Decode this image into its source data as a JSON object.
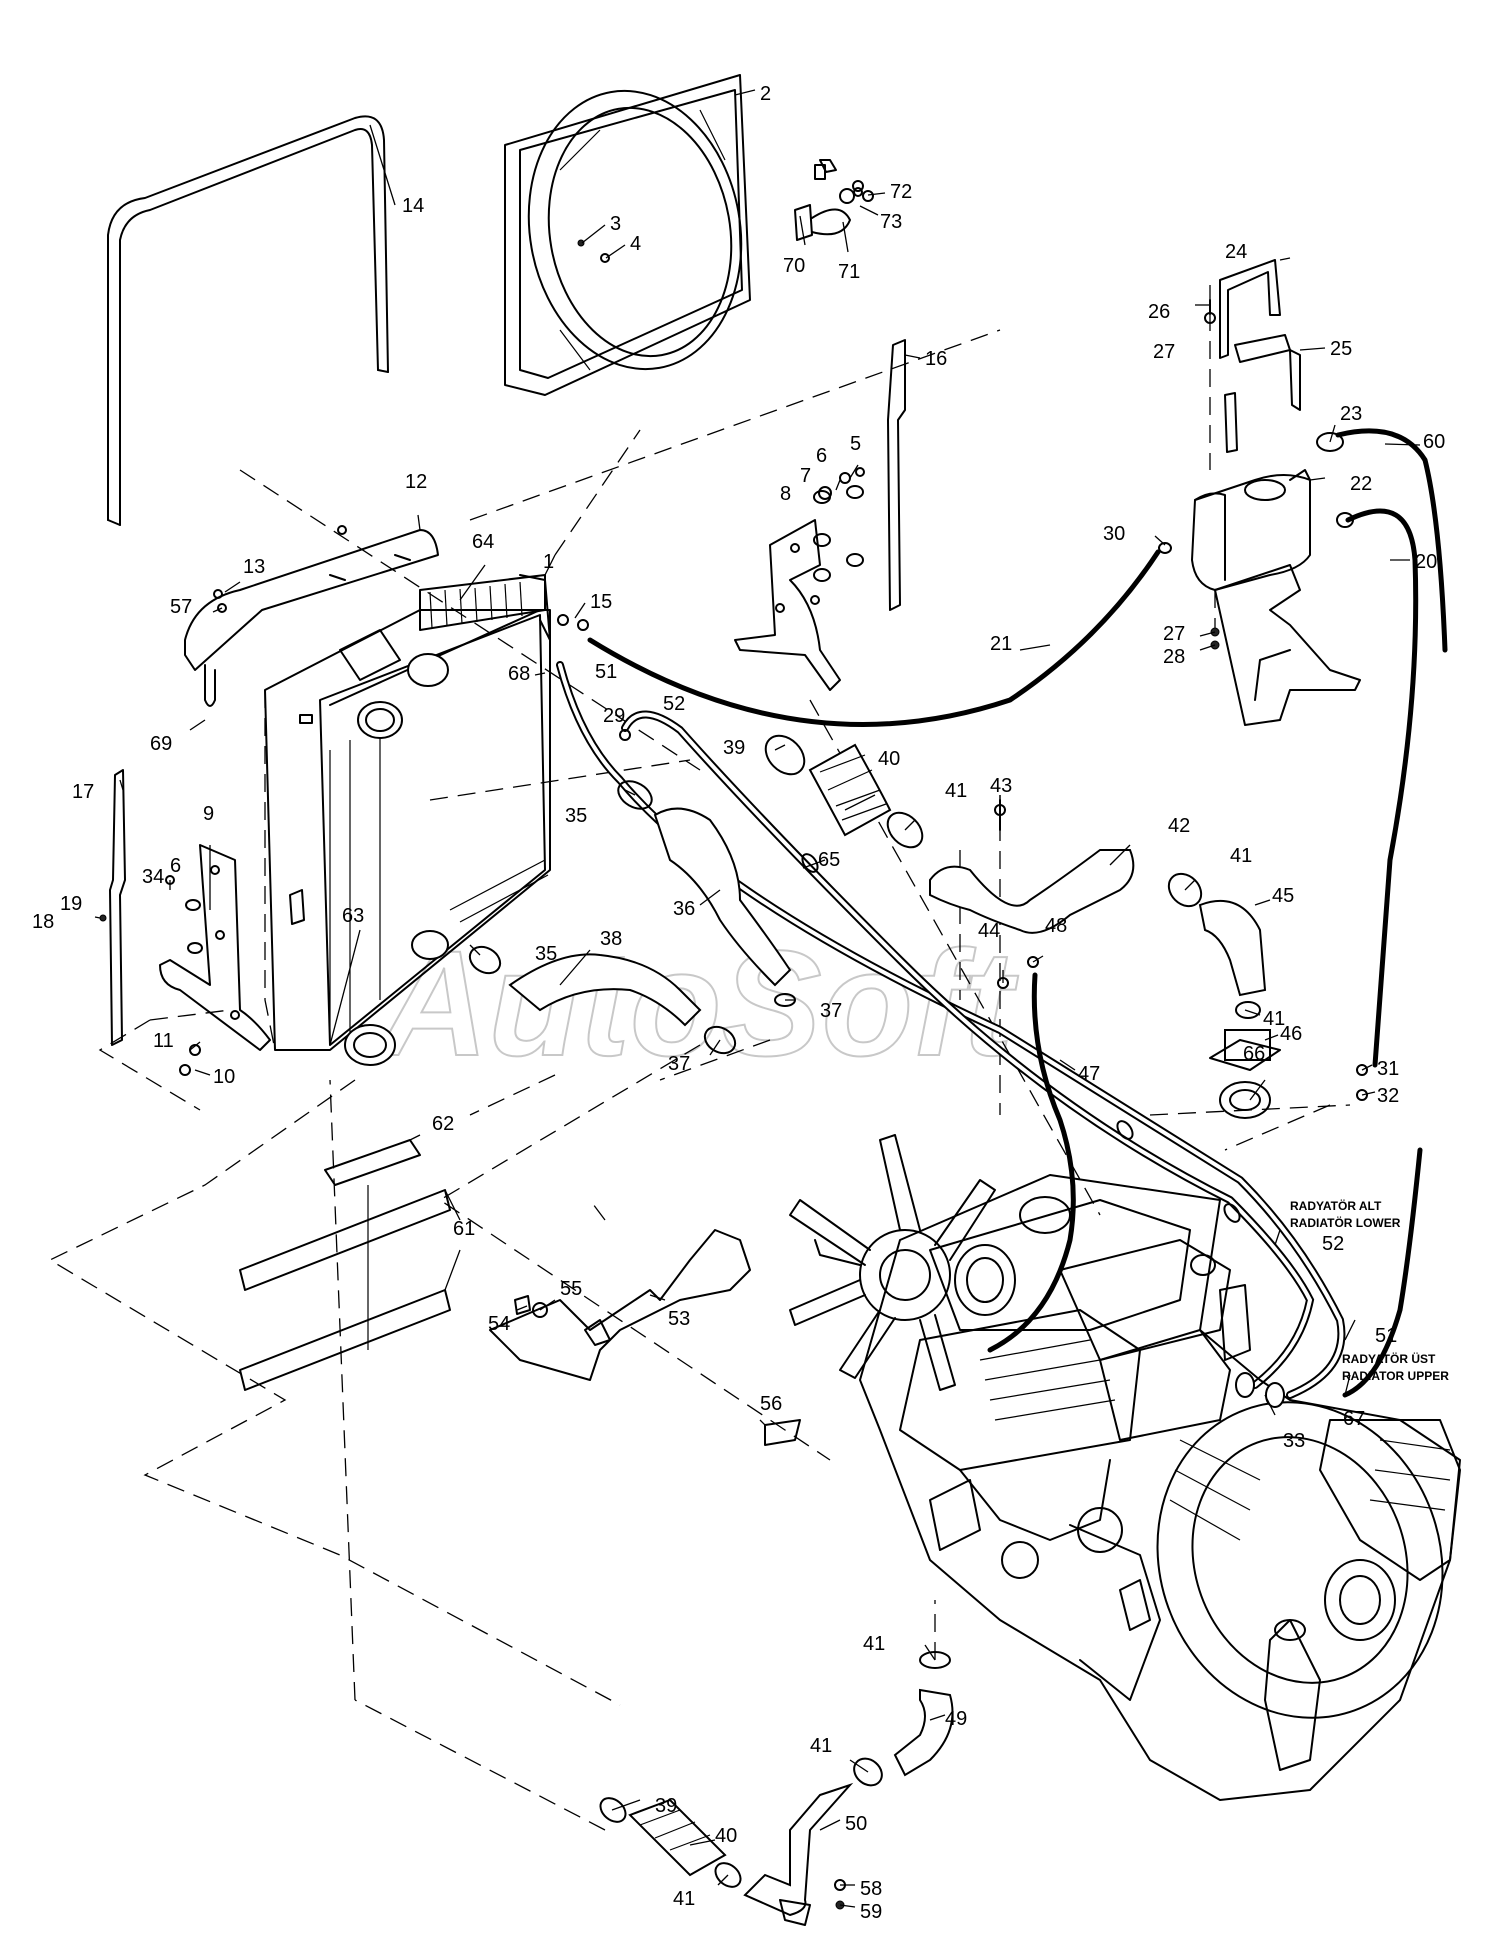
{
  "watermark": "AutoSoft",
  "notes": {
    "lower_tr": "RADYATÖR ALT",
    "lower_en": "RADIATÖR LOWER",
    "lower_num": "52",
    "upper_num": "51",
    "upper_tr": "RADYATÖR ÜST",
    "upper_en": "RADIATOR UPPER"
  },
  "callouts": [
    {
      "text": "1"
    },
    {
      "text": "2"
    },
    {
      "text": "3"
    },
    {
      "text": "4"
    },
    {
      "text": "5"
    },
    {
      "text": "6"
    },
    {
      "text": "6"
    },
    {
      "text": "7"
    },
    {
      "text": "8"
    },
    {
      "text": "9"
    },
    {
      "text": "10"
    },
    {
      "text": "11"
    },
    {
      "text": "12"
    },
    {
      "text": "13"
    },
    {
      "text": "14"
    },
    {
      "text": "15"
    },
    {
      "text": "16"
    },
    {
      "text": "17"
    },
    {
      "text": "18"
    },
    {
      "text": "19"
    },
    {
      "text": "20"
    },
    {
      "text": "21"
    },
    {
      "text": "22"
    },
    {
      "text": "23"
    },
    {
      "text": "24"
    },
    {
      "text": "25"
    },
    {
      "text": "26"
    },
    {
      "text": "27"
    },
    {
      "text": "27"
    },
    {
      "text": "28"
    },
    {
      "text": "29"
    },
    {
      "text": "30"
    },
    {
      "text": "31"
    },
    {
      "text": "32"
    },
    {
      "text": "33"
    },
    {
      "text": "34"
    },
    {
      "text": "35"
    },
    {
      "text": "35"
    },
    {
      "text": "36"
    },
    {
      "text": "37"
    },
    {
      "text": "37"
    },
    {
      "text": "38"
    },
    {
      "text": "39"
    },
    {
      "text": "39"
    },
    {
      "text": "40"
    },
    {
      "text": "40"
    },
    {
      "text": "41"
    },
    {
      "text": "41"
    },
    {
      "text": "41"
    },
    {
      "text": "41"
    },
    {
      "text": "41"
    },
    {
      "text": "41"
    },
    {
      "text": "42"
    },
    {
      "text": "43"
    },
    {
      "text": "44"
    },
    {
      "text": "45"
    },
    {
      "text": "46"
    },
    {
      "text": "47"
    },
    {
      "text": "48"
    },
    {
      "text": "49"
    },
    {
      "text": "50"
    },
    {
      "text": "51"
    },
    {
      "text": "52"
    },
    {
      "text": "53"
    },
    {
      "text": "54"
    },
    {
      "text": "55"
    },
    {
      "text": "56"
    },
    {
      "text": "57"
    },
    {
      "text": "58"
    },
    {
      "text": "59"
    },
    {
      "text": "60"
    },
    {
      "text": "61"
    },
    {
      "text": "62"
    },
    {
      "text": "63"
    },
    {
      "text": "64"
    },
    {
      "text": "65"
    },
    {
      "text": "66"
    },
    {
      "text": "67"
    },
    {
      "text": "68"
    },
    {
      "text": "69"
    },
    {
      "text": "70"
    },
    {
      "text": "71"
    },
    {
      "text": "72"
    },
    {
      "text": "73"
    }
  ]
}
